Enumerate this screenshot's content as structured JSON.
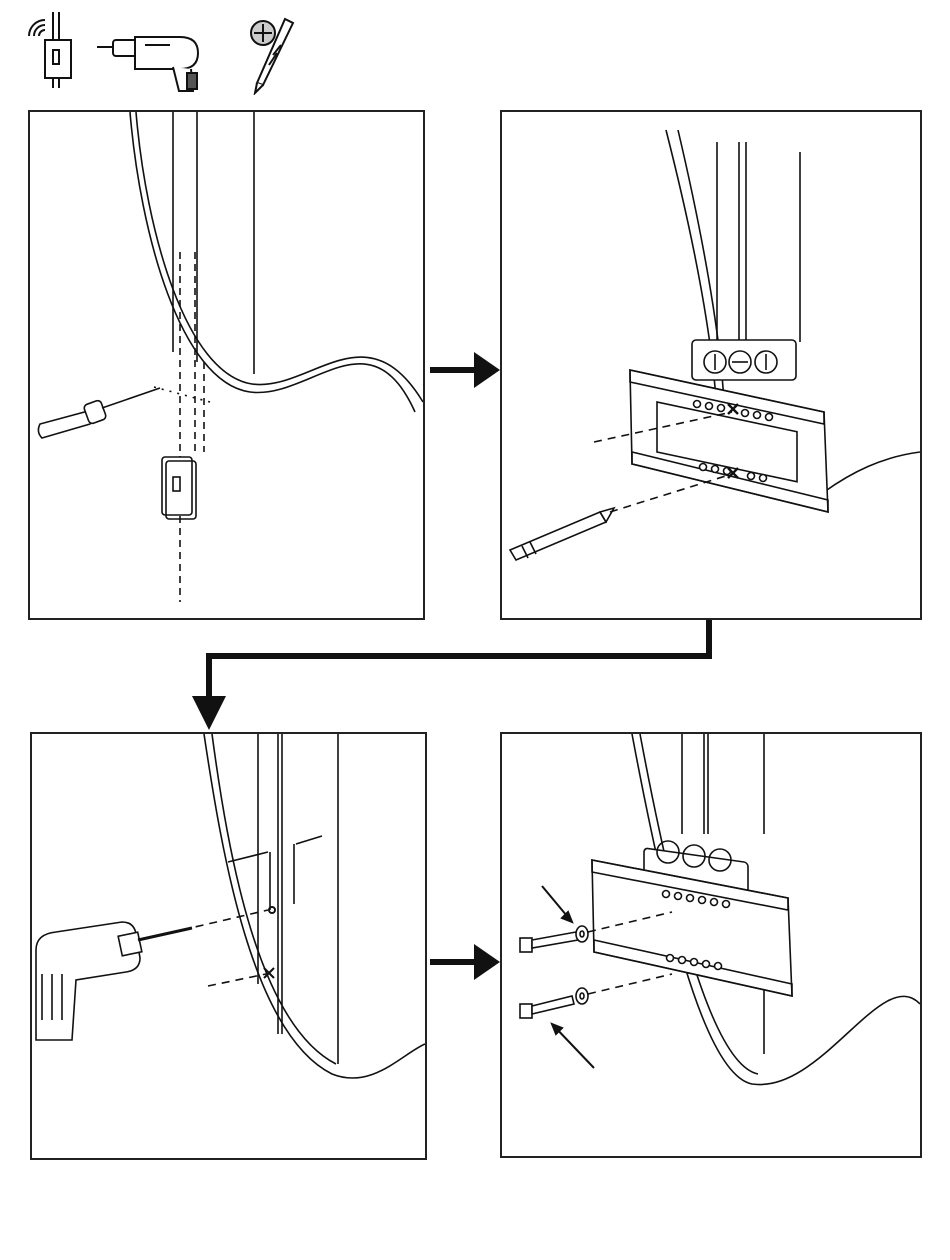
{
  "tools": [
    {
      "id": "stud-finder",
      "icon": "stud-finder-icon"
    },
    {
      "id": "drill",
      "icon": "drill-icon"
    },
    {
      "id": "drill-bit",
      "icon": "drill-bit-icon"
    }
  ],
  "steps": [
    {
      "id": "locate-stud",
      "icons": [
        "screwdriver-icon",
        "stud-finder-icon",
        "wall-stud-icon"
      ]
    },
    {
      "id": "mark-holes",
      "icons": [
        "wall-plate-icon",
        "level-icon",
        "pencil-icon",
        "mark-x-icon"
      ]
    },
    {
      "id": "drill-pilot-holes",
      "icons": [
        "drill-icon",
        "mark-x-icon",
        "wall-stud-icon"
      ]
    },
    {
      "id": "attach-plate",
      "icons": [
        "wall-plate-icon",
        "level-icon",
        "lag-bolt-icon",
        "washer-icon"
      ]
    }
  ],
  "flow": {
    "icons": [
      "arrow-right-icon",
      "arrow-down-icon"
    ]
  },
  "colors": {
    "ink": "#111111",
    "frame": "#222222",
    "background": "#ffffff"
  }
}
